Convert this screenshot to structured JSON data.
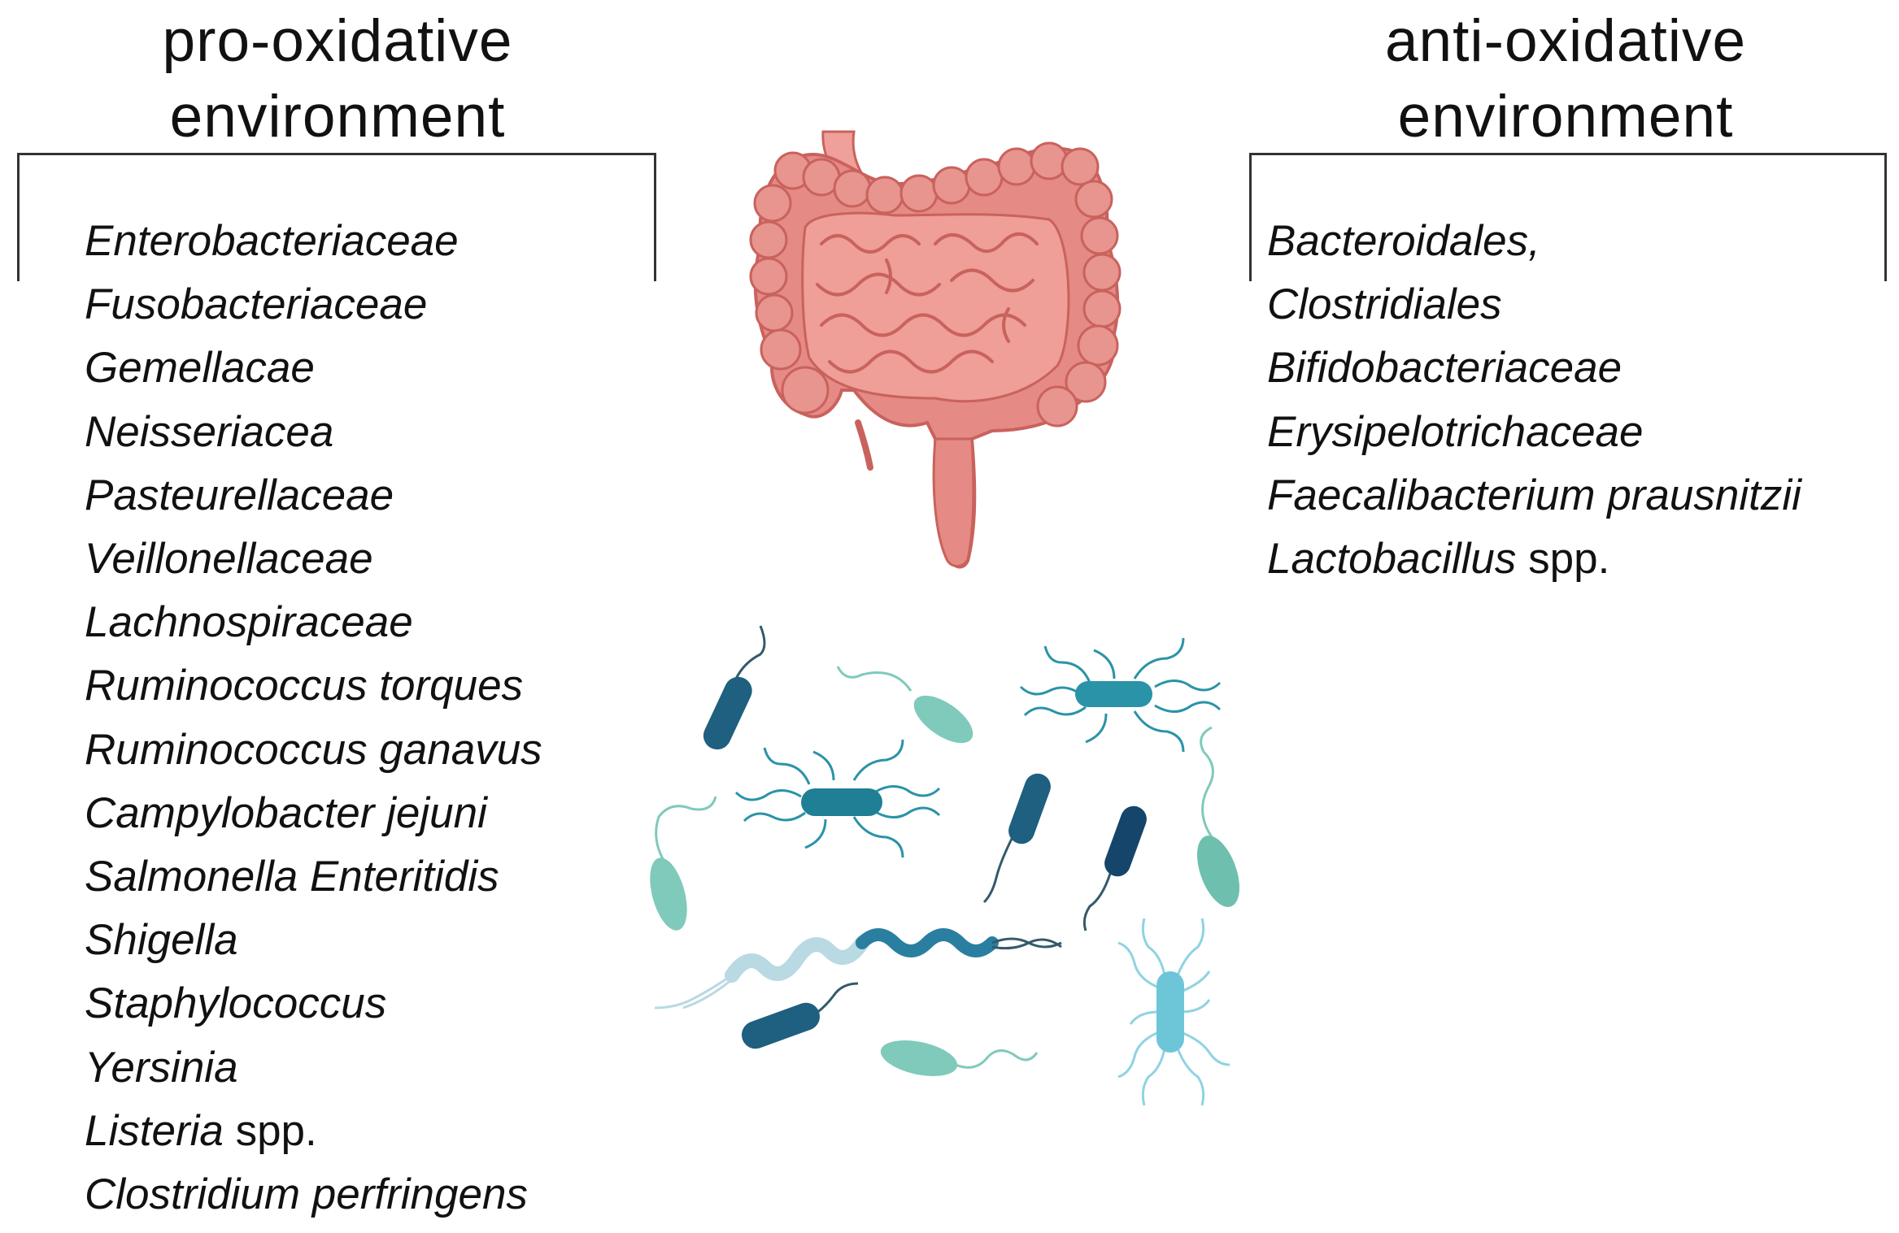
{
  "left_group": {
    "heading": "pro-oxidative environment",
    "heading_line1": "pro-oxidative",
    "heading_line2": "environment",
    "taxa": [
      {
        "name": "Enterobacteriaceae",
        "suffix": ""
      },
      {
        "name": "Fusobacteriaceae",
        "suffix": ""
      },
      {
        "name": "Gemellacae",
        "suffix": ""
      },
      {
        "name": "Neisseriacea",
        "suffix": ""
      },
      {
        "name": "Pasteurellaceae",
        "suffix": ""
      },
      {
        "name": "Veillonellaceae",
        "suffix": ""
      },
      {
        "name": "Lachnospiraceae",
        "suffix": ""
      },
      {
        "name": "Ruminococcus torques",
        "suffix": ""
      },
      {
        "name": "Ruminococcus ganavus",
        "suffix": ""
      },
      {
        "name": "Campylobacter jejuni",
        "suffix": ""
      },
      {
        "name": "Salmonella Enteritidis",
        "suffix": ""
      },
      {
        "name": "Shigella",
        "suffix": ""
      },
      {
        "name": "Staphylococcus",
        "suffix": ""
      },
      {
        "name": "Yersinia",
        "suffix": ""
      },
      {
        "name": "Listeria",
        "suffix": " spp."
      },
      {
        "name": "Clostridium perfringens",
        "suffix": ""
      }
    ]
  },
  "right_group": {
    "heading": "anti-oxidative environment",
    "heading_line1": "anti-oxidative",
    "heading_line2": "environment",
    "taxa": [
      {
        "name": "Bacteroidales,",
        "suffix": ""
      },
      {
        "name": "Clostridiales",
        "suffix": ""
      },
      {
        "name": "Bifidobacteriaceae",
        "suffix": ""
      },
      {
        "name": "Erysipelotrichaceae",
        "suffix": ""
      },
      {
        "name": "Faecalibacterium prausnitzii",
        "suffix": ""
      },
      {
        "name": "Lactobacillus",
        "suffix": " spp."
      }
    ]
  },
  "icons": [
    "intestine-icon",
    "bacteria-cluster-icon"
  ],
  "colors": {
    "intestine_fill": "#e58a85",
    "intestine_outline": "#c9625d",
    "dark_teal": "#1f5f7f",
    "mid_teal": "#2a93a8",
    "light_teal": "#7fcabb",
    "pale_blue": "#b9d9e3"
  }
}
